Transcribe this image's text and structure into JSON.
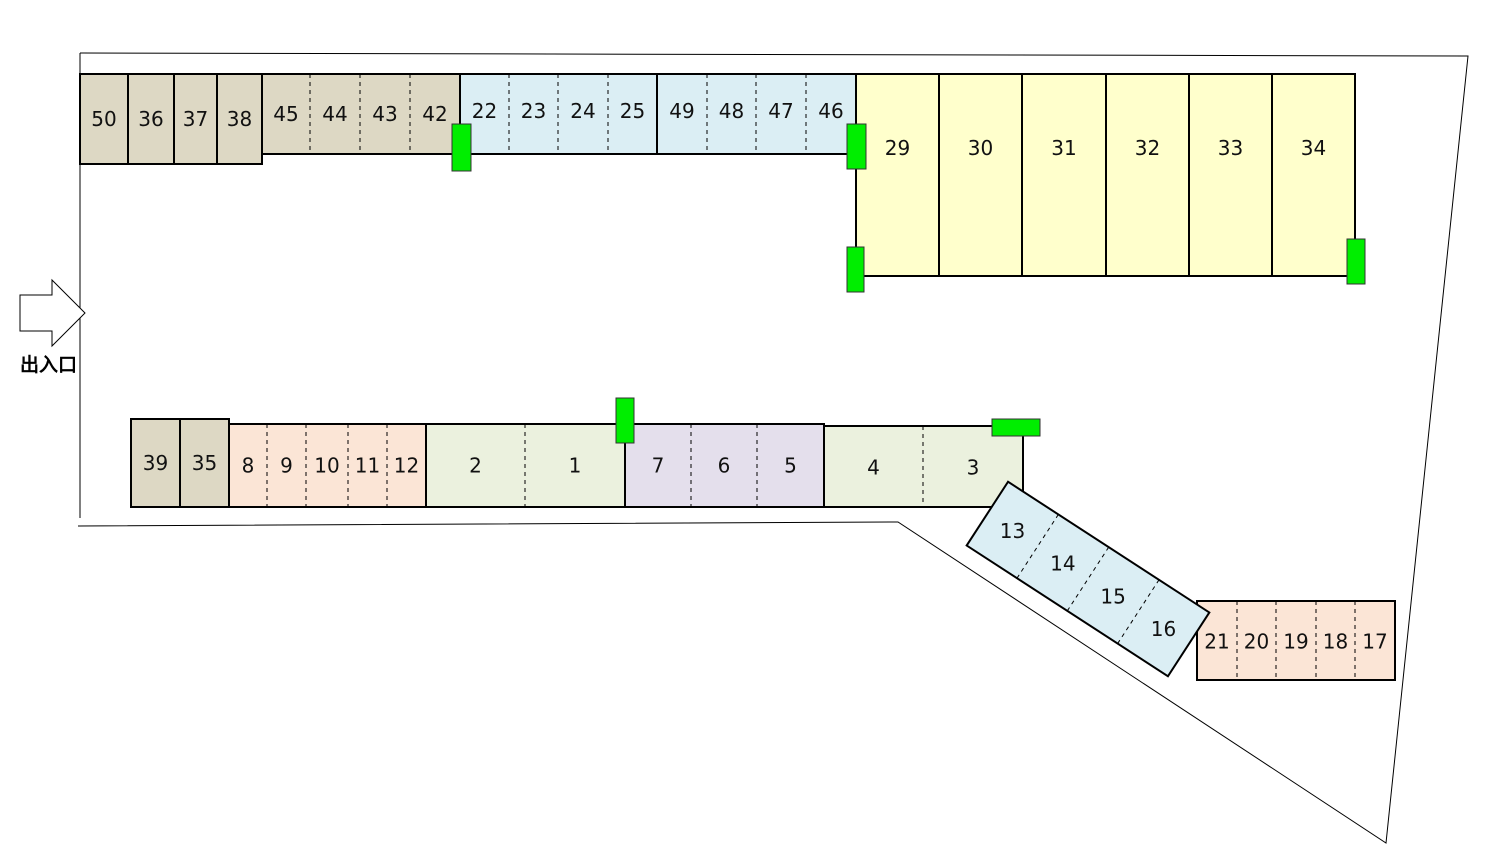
{
  "entrance": {
    "label": "出入口",
    "icon": "arrow-right-icon"
  },
  "colors": {
    "tan": "#ddd8c4",
    "blue": "#dbeef4",
    "yellow": "#ffffcc",
    "peach": "#fbe5d6",
    "green": "#ebf1de",
    "lavender": "#e4dfec",
    "marker": "#00ee00",
    "outline": "#000000"
  },
  "rows": {
    "top_left": [
      "50",
      "36",
      "37",
      "38",
      "45",
      "44",
      "43",
      "42"
    ],
    "top_middle": [
      "22",
      "23",
      "24",
      "25",
      "49",
      "48",
      "47",
      "46"
    ],
    "top_right": [
      "29",
      "30",
      "31",
      "32",
      "33",
      "34"
    ],
    "bottom": [
      "39",
      "35",
      "8",
      "9",
      "10",
      "11",
      "12",
      "2",
      "1",
      "7",
      "6",
      "5",
      "4",
      "3"
    ],
    "diagonal": [
      "13",
      "14",
      "15",
      "16"
    ],
    "bottom_right": [
      "21",
      "20",
      "19",
      "18",
      "17"
    ]
  }
}
